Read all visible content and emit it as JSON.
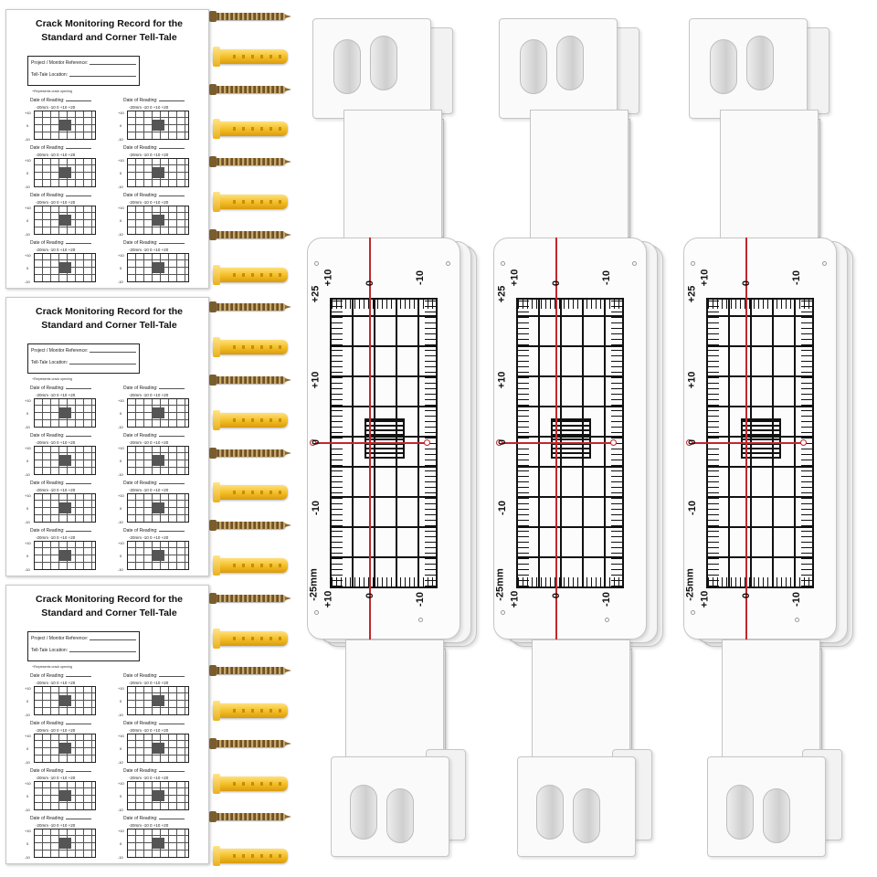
{
  "record_sheets": [
    {
      "title_line1": "Crack Monitoring Record for the",
      "title_line2": "Standard and Corner Tell-Tale",
      "project_label": "Project / Monitor Reference:",
      "location_label": "Tell-Tale Location:",
      "note": "+Represents crack opening",
      "date_label": "Date of Reading:",
      "scale_label": "-20mm  -10      0      +10    +20",
      "y_top": "+10",
      "y_mid": "0",
      "y_bot": "-10"
    },
    {
      "title_line1": "Crack Monitoring Record for the",
      "title_line2": "Standard and Corner Tell-Tale",
      "project_label": "Project / Monitor Reference:",
      "location_label": "Tell-Tale Location:",
      "note": "+Represents crack opening",
      "date_label": "Date of Reading:",
      "scale_label": "-20mm  -10      0      +10    +20",
      "y_top": "+10",
      "y_mid": "0",
      "y_bot": "-10"
    },
    {
      "title_line1": "Crack Monitoring Record for the",
      "title_line2": "Standard and Corner Tell-Tale",
      "project_label": "Project / Monitor Reference:",
      "location_label": "Tell-Tale Location:",
      "note": "+Represents crack opening",
      "date_label": "Date of Reading:",
      "scale_label": "-20mm  -10      0      +10    +20",
      "y_top": "+10",
      "y_mid": "0",
      "y_bot": "-10"
    }
  ],
  "gauge_scale": {
    "top_left": "+10",
    "top_mid": "0",
    "top_right": "-10",
    "side_plus25": "+25",
    "side_plus10": "+10",
    "side_zero": "0",
    "side_minus10": "-10",
    "side_minus25": "-25mm",
    "bottom_left": "+10",
    "bottom_mid": "0",
    "bottom_right": "-10"
  },
  "colors": {
    "indicator_line": "#c0272d",
    "anchor": "#f2bd23",
    "screw": "#8a6a35"
  },
  "hardware": {
    "screws": 12,
    "anchors": 12
  }
}
